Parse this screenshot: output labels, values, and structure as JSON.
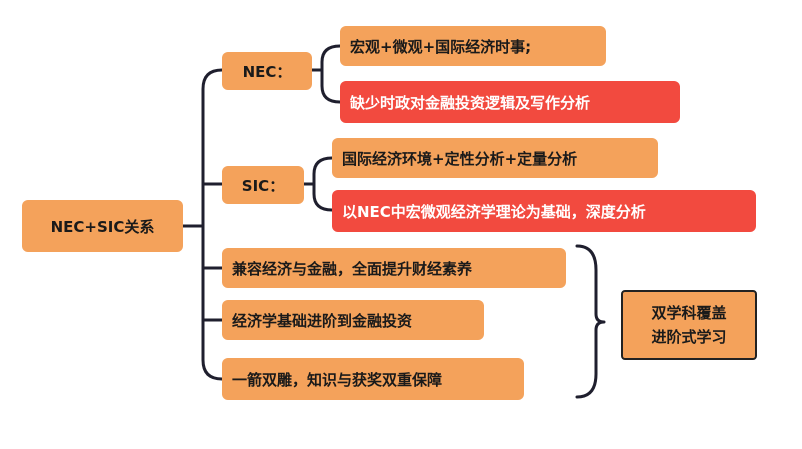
{
  "diagram": {
    "root": {
      "label": "NEC+SIC关系"
    },
    "nec": {
      "label": "NEC：",
      "items": [
        {
          "label": "宏观+微观+国际经济时事;",
          "style": "orange"
        },
        {
          "label": "缺少时政对金融投资逻辑及写作分析",
          "style": "red"
        }
      ]
    },
    "sic": {
      "label": "SIC：",
      "items": [
        {
          "label": "国际经济环境+定性分析+定量分析",
          "style": "orange"
        },
        {
          "label": "以NEC中宏微观经济学理论为基础，深度分析",
          "style": "red"
        }
      ]
    },
    "benefits": [
      {
        "label": "兼容经济与金融，全面提升财经素养"
      },
      {
        "label": "经济学基础进阶到金融投资"
      },
      {
        "label": "一箭双雕，知识与获奖双重保障"
      }
    ],
    "summary": {
      "line1": "双学科覆盖",
      "line2": "进阶式学习"
    }
  },
  "colors": {
    "orange": "#f4a25b",
    "red": "#f24a3f",
    "line": "#1f1f2e"
  }
}
